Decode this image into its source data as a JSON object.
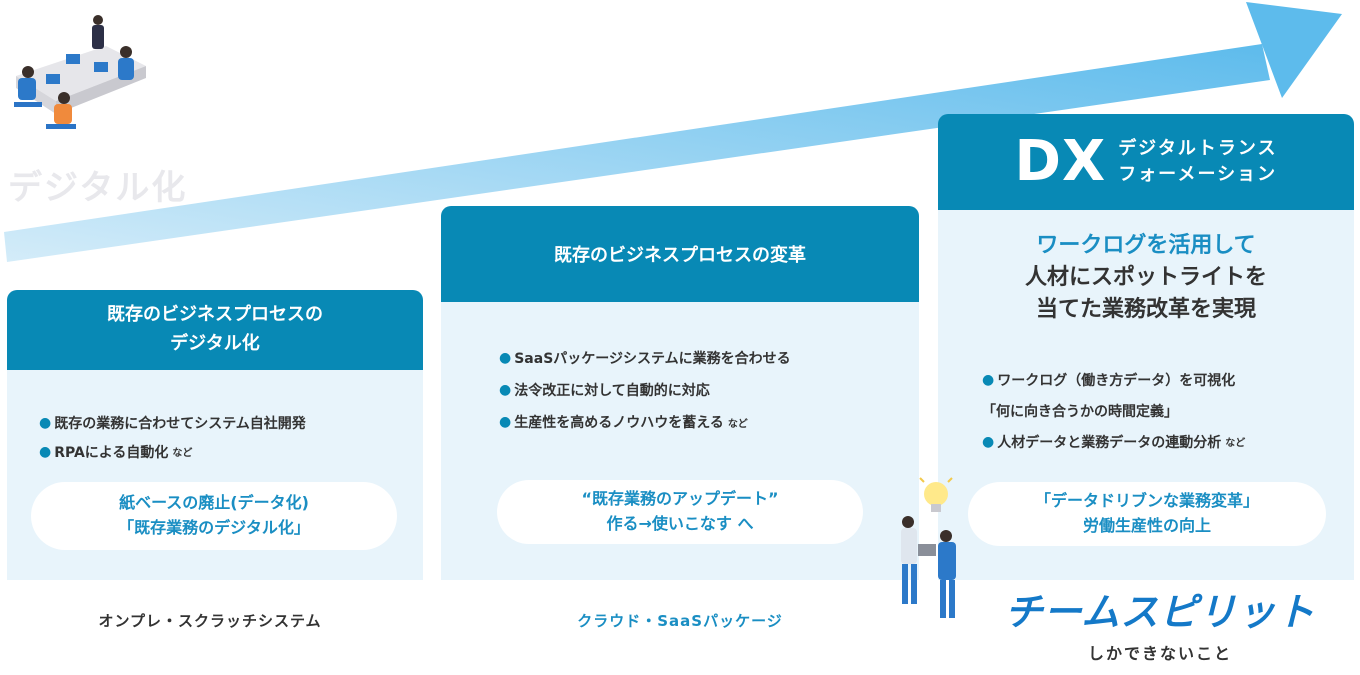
{
  "arrow_label": "DX",
  "lower_label": "デジタル化",
  "col1": {
    "header_line1": "既存のビジネスプロセスの",
    "header_line2": "デジタル化",
    "bullets": [
      "既存の業務に合わせてシステム自社開発",
      "RPAによる自動化"
    ],
    "bullets_suffix": "など",
    "pill_line1": "紙ベースの廃止(データ化)",
    "pill_line2": "「既存業務のデジタル化」",
    "caption": "オンプレ・スクラッチシステム"
  },
  "col2": {
    "header": "既存のビジネスプロセスの変革",
    "bullets": [
      "SaaSパッケージシステムに業務を合わせる",
      "法令改正に対して自動的に対応",
      "生産性を高めるノウハウを蓄える"
    ],
    "bullets_suffix": "など",
    "pill_line1": "“既存業務のアップデート”",
    "pill_line2": "作る→使いこなす へ",
    "caption": "クラウド・SaaSパッケージ"
  },
  "col3": {
    "header_big": "DX",
    "header_sub1": "デジタルトランス",
    "header_sub2": "フォーメーション",
    "headline_blue": "ワークログを活用して",
    "headline_line2": "人材にスポットライトを",
    "headline_line3": "当てた業務改革を実現",
    "bullet1": "ワークログ（働き方データ）を可視化",
    "bullet1_cont": "「何に向き合うかの時間定義」",
    "bullet2": "人材データと業務データの連動分析",
    "bullets_suffix": "など",
    "pill_line1": "「データドリブンな業務変革」",
    "pill_line2": "労働生産性の向上"
  },
  "brand": {
    "logo": "チームスピリット",
    "tagline": "しかできないこと"
  },
  "colors": {
    "header_blue": "#0889b5",
    "arrow_blue": "#7cc9ee",
    "body_bg": "#e8f4fb",
    "accent_text": "#1a8ec3",
    "logo_blue": "#1479c8"
  }
}
